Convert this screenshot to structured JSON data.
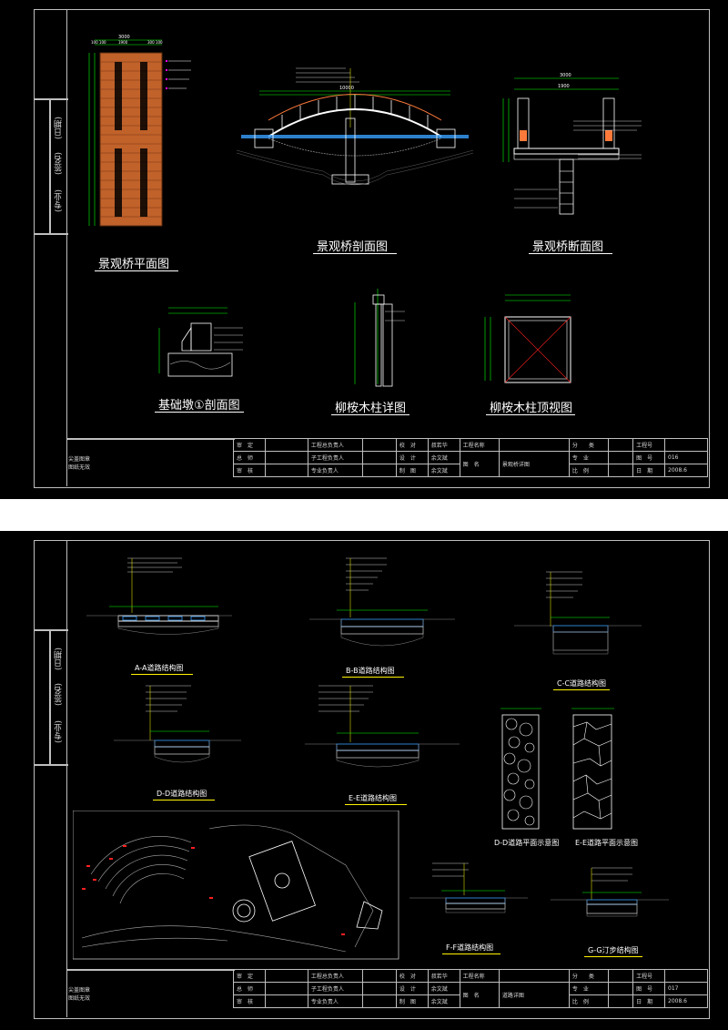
{
  "sheets": [
    {
      "side_labels": [
        "(日期)",
        "(签名)",
        "(专业)"
      ],
      "titles": {
        "plan": "景观桥平面图",
        "section": "景观桥剖面图",
        "cross_section": "景观桥断面图",
        "pier": "基础墩①剖面图",
        "post_detail": "柳桉木柱详图",
        "post_top": "柳桉木柱顶视图"
      },
      "stamp": [
        "尖盖图章",
        "图纸无效"
      ],
      "title_block": {
        "r1": [
          "审　定",
          "",
          "工程总负责人",
          "",
          "校　对",
          "叔若华",
          "工程名称",
          "",
          "分　　类",
          "",
          "工程号",
          ""
        ],
        "r2": [
          "总　师",
          "",
          "子工程负责人",
          "",
          "设　计",
          "余文斌",
          "图　名",
          "景观桥详图",
          "专　业",
          "",
          "图　号",
          "016"
        ],
        "r3": [
          "审　核",
          "",
          "专业负责人",
          "",
          "制　图",
          "余文斌",
          "",
          "",
          "比　例",
          "",
          "日　期",
          "2008.6"
        ]
      }
    },
    {
      "side_labels": [
        "(日期)",
        "(签名)",
        "(专业)"
      ],
      "titles": {
        "aa": "A-A道路结构图",
        "bb": "B-B道路结构图",
        "cc": "C-C道路结构图",
        "dd": "D-D道路结构图",
        "ee": "E-E道路结构图",
        "d_plan": "D-D道路平面示意图",
        "e_plan": "E-E道路平面示意图",
        "ff": "F-F道路结构图",
        "gg": "G-G汀步结构图"
      },
      "stamp": [
        "尖盖图章",
        "图纸无效"
      ],
      "title_block": {
        "r1": [
          "审　定",
          "",
          "工程总负责人",
          "",
          "校　对",
          "叔若华",
          "工程名称",
          "",
          "分　　类",
          "",
          "工程号",
          ""
        ],
        "r2": [
          "总　师",
          "",
          "子工程负责人",
          "",
          "设　计",
          "余文斌",
          "图　名",
          "道路详图",
          "专　业",
          "",
          "图　号",
          "017"
        ],
        "r3": [
          "审　核",
          "",
          "专业负责人",
          "",
          "制　图",
          "余文斌",
          "",
          "",
          "比　例",
          "",
          "日　期",
          "2008.6"
        ]
      }
    }
  ],
  "colors": {
    "background": "#000000",
    "frame": "#bfbfbf",
    "wood": "#c0622a",
    "dimension": "#00ff00",
    "note_text": "#ffffff",
    "leader": "#ffff00",
    "water": "#3aa0ff",
    "magenta": "#ff00ff",
    "red_marker": "#ff2020"
  }
}
